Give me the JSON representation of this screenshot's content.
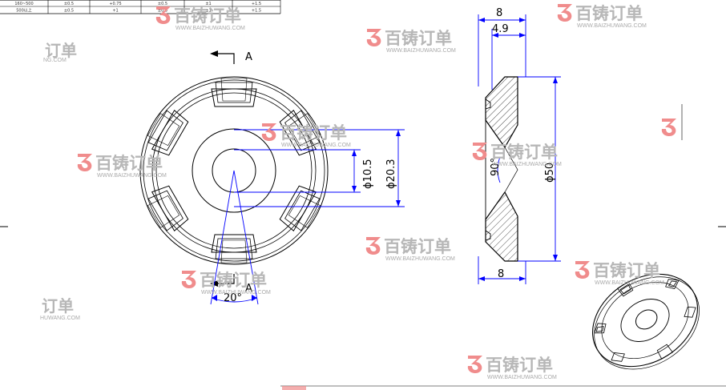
{
  "table": {
    "row1": [
      "160~500",
      "±0.5",
      "+0.75",
      "±0.5",
      "±1",
      "+1.5"
    ],
    "row2": [
      "500以上",
      "±0.5",
      "+1",
      "±0.5",
      "±1",
      "+1.5"
    ]
  },
  "section_marks": {
    "top": "A",
    "bottom": "A"
  },
  "front_view": {
    "dim_inner": "ϕ10.5",
    "dim_outer": "ϕ20.3",
    "dim_angle": "20°"
  },
  "section_view": {
    "dim_width_top": "8",
    "dim_depth": "4.9",
    "dim_angle": "90°",
    "dim_diameter": "ϕ50",
    "dim_width_bottom": "8"
  },
  "watermark": {
    "brand": "百铸订单",
    "url": "WWW.BAIZHUWANG.COM",
    "brand_partial": "订单",
    "url_partial_a": "NG.COM",
    "url_partial_b": "HUWANG.COM"
  },
  "colors": {
    "line": "#000000",
    "dimension": "#0000ff",
    "watermark": "#b7b7b7",
    "logo": "#f08c8c"
  }
}
